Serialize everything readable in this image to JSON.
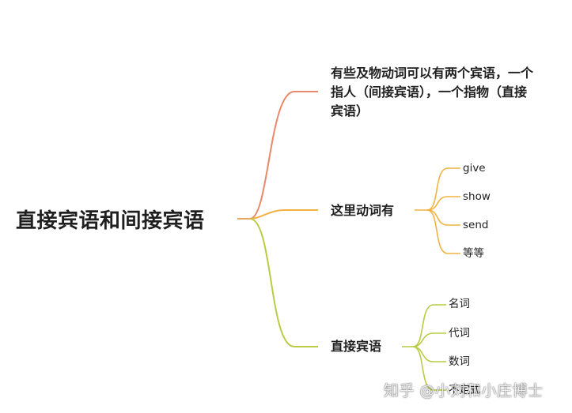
{
  "root": {
    "label": "直接宾语和间接宾语"
  },
  "branches": [
    {
      "lines": [
        "有些及物动词可以有两个宾语，一个",
        "指人（间接宾语），一个指物（直接",
        "宾语）"
      ],
      "color": "#E8896A"
    },
    {
      "label": "这里动词有",
      "color": "#F2B242",
      "children": [
        "give",
        "show",
        "send",
        "等等"
      ]
    },
    {
      "label": "直接宾语",
      "color": "#B9CC44",
      "children": [
        "名词",
        "代词",
        "数词",
        "不定式"
      ]
    }
  ],
  "watermark": {
    "text": "知乎 @小刘和小庄博士"
  }
}
